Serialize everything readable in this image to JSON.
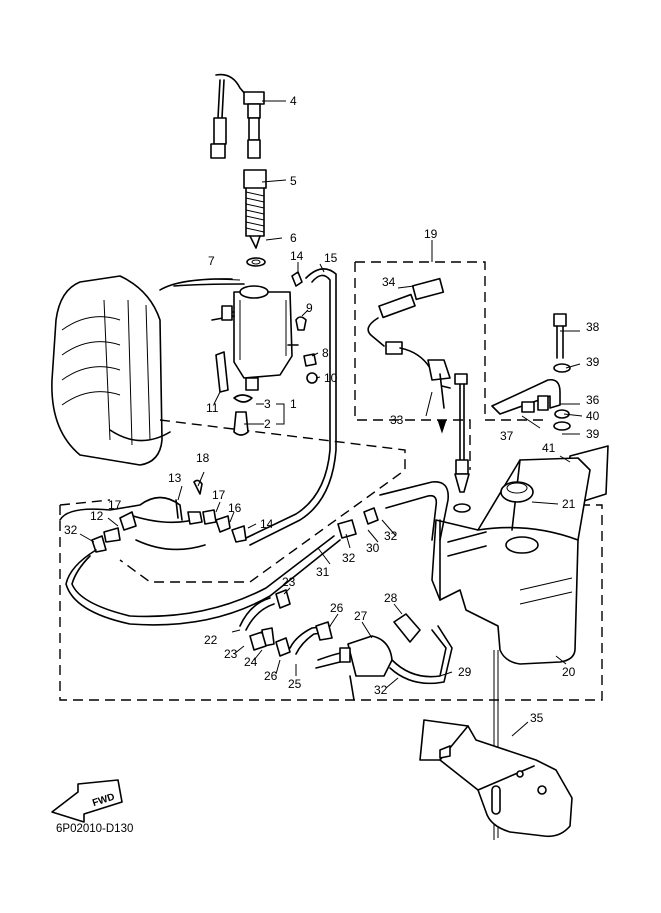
{
  "diagram_code": "6P02010-D130",
  "fwd_label": "FWD",
  "callouts": [
    "4",
    "5",
    "6",
    "7",
    "14",
    "15",
    "19",
    "34",
    "38",
    "39",
    "36",
    "40",
    "39",
    "37",
    "41",
    "21",
    "9",
    "8",
    "10",
    "3",
    "1",
    "2",
    "11",
    "33",
    "18",
    "13",
    "17",
    "17",
    "16",
    "14",
    "12",
    "32",
    "32",
    "30",
    "32",
    "31",
    "23",
    "26",
    "27",
    "28",
    "22",
    "23",
    "24",
    "26",
    "25",
    "29",
    "32",
    "20",
    "35"
  ]
}
